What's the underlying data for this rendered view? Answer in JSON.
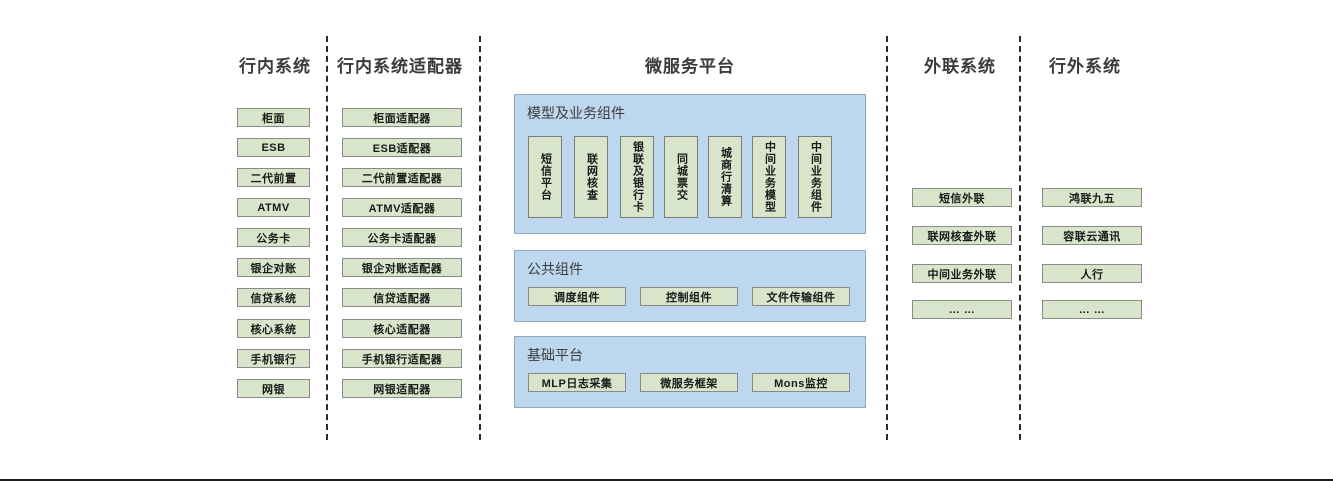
{
  "diagram": {
    "title_microservice_platform": "微服务平台",
    "colors": {
      "node_fill": "#d9e5cb",
      "node_border": "#8a8a8a",
      "panel_fill": "#bdd7ee",
      "panel_border": "#8fa8bd",
      "title_text": "#3b3b3b",
      "divider": "#2b2b2b"
    },
    "columns": [
      {
        "key": "in_bank_systems",
        "title": "行内系统",
        "items": [
          "柜面",
          "ESB",
          "二代前置",
          "ATMV",
          "公务卡",
          "银企对账",
          "信贷系统",
          "核心系统",
          "手机银行",
          "网银"
        ]
      },
      {
        "key": "in_bank_adapters",
        "title": "行内系统适配器",
        "items": [
          "柜面适配器",
          "ESB适配器",
          "二代前置适配器",
          "ATMV适配器",
          "公务卡适配器",
          "银企对账适配器",
          "信贷适配器",
          "核心适配器",
          "手机银行适配器",
          "网银适配器"
        ]
      },
      {
        "key": "external_link_systems",
        "title": "外联系统",
        "items": [
          "短信外联",
          "联网核查外联",
          "中间业务外联",
          "… …"
        ]
      },
      {
        "key": "off_bank_systems",
        "title": "行外系统",
        "items": [
          "鸿联九五",
          "容联云通讯",
          "人行",
          "… …"
        ]
      }
    ],
    "platform": {
      "title": "微服务平台",
      "panels": [
        {
          "key": "model_and_business_components",
          "title": "模型及业务组件",
          "orientation": "vertical",
          "items": [
            "短信平台",
            "联网核查",
            "银联及银行卡",
            "同城票交",
            "城商行清算",
            "中间业务模型",
            "中间业务组件"
          ]
        },
        {
          "key": "public_components",
          "title": "公共组件",
          "orientation": "horizontal",
          "items": [
            "调度组件",
            "控制组件",
            "文件传输组件"
          ]
        },
        {
          "key": "base_platform",
          "title": "基础平台",
          "orientation": "horizontal",
          "items": [
            "MLP日志采集",
            "微服务框架",
            "Mons监控"
          ]
        }
      ]
    }
  }
}
